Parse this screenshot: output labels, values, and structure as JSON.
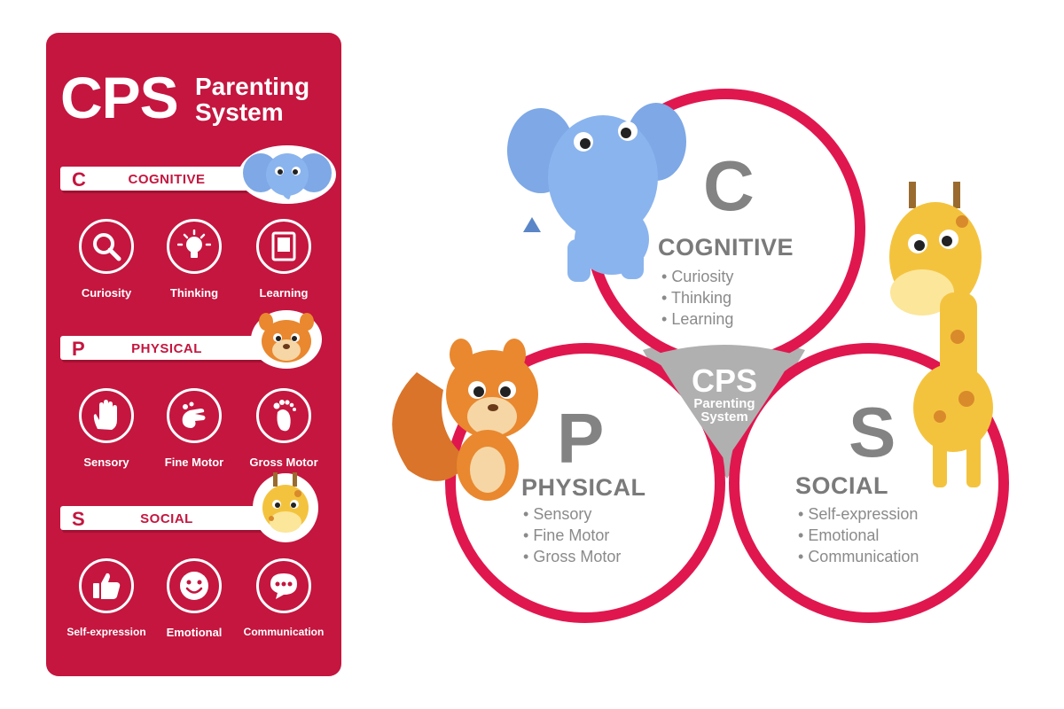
{
  "panel": {
    "brand": "CPS",
    "brand_sub_1": "Parenting",
    "brand_sub_2": "System",
    "sections": [
      {
        "letter": "C",
        "name": "COGNITIVE",
        "items": [
          "Curiosity",
          "Thinking",
          "Learning"
        ]
      },
      {
        "letter": "P",
        "name": "PHYSICAL",
        "items": [
          "Sensory",
          "Fine Motor",
          "Gross Motor"
        ]
      },
      {
        "letter": "S",
        "name": "SOCIAL",
        "items": [
          "Self-expression",
          "Emotional",
          "Communication"
        ]
      }
    ]
  },
  "diagram": {
    "center_1": "CPS",
    "center_2": "Parenting",
    "center_3": "System",
    "circles": [
      {
        "letter": "C",
        "name": "COGNITIVE",
        "items": [
          "Curiosity",
          "Thinking",
          "Learning"
        ]
      },
      {
        "letter": "P",
        "name": "PHYSICAL",
        "items": [
          "Sensory",
          "Fine Motor",
          "Gross Motor"
        ]
      },
      {
        "letter": "S",
        "name": "SOCIAL",
        "items": [
          "Self-expression",
          "Emotional",
          "Communication"
        ]
      }
    ]
  },
  "colors": {
    "accent": "#c4163f",
    "ring": "#e0174f",
    "center": "#b0b0b0",
    "text_gray": "#7a7a7a"
  },
  "icons": [
    "magnifier-icon",
    "lightbulb-icon",
    "book-icon",
    "hand-icon",
    "fine-motor-hand-icon",
    "footprint-icon",
    "thumbs-up-icon",
    "smiley-icon",
    "speech-bubble-icon",
    "elephant-icon",
    "squirrel-icon",
    "giraffe-icon"
  ]
}
